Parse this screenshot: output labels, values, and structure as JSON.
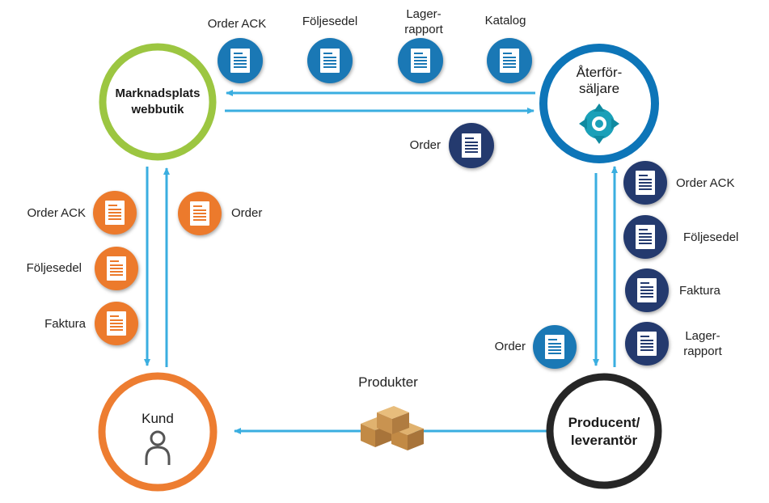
{
  "colors": {
    "arrow": "#3aaee0",
    "marketplace_ring": "#9cc641",
    "reseller_ring": "#0d75b8",
    "customer_ring": "#ed7d31",
    "producer_ring": "#262626",
    "doc_light_blue": "#1a78b5",
    "doc_dark_navy": "#243a6e",
    "doc_orange": "#ec7a2c"
  },
  "nodes": {
    "marketplace": {
      "line1": "Marknadsplats",
      "line2": "webbutik"
    },
    "reseller": {
      "line1": "Återför-",
      "line2": "säljare",
      "icon": "dynamics-365-business-central-icon"
    },
    "customer": {
      "label": "Kund",
      "icon": "person-icon"
    },
    "producer": {
      "line1": "Producent/",
      "line2": "leverantör"
    }
  },
  "top_docs": {
    "order_ack": "Order ACK",
    "foljesedel": "Följesedel",
    "lager_line1": "Lager-",
    "lager_line2": "rapport",
    "katalog": "Katalog"
  },
  "reseller_order_doc": "Order",
  "left_docs": {
    "order_ack": "Order ACK",
    "foljesedel": "Följesedel",
    "faktura": "Faktura",
    "order": "Order"
  },
  "right_docs": {
    "order_ack": "Order ACK",
    "foljesedel": "Följesedel",
    "faktura": "Faktura",
    "lager_line1": "Lager-",
    "lager_line2": "rapport",
    "order": "Order"
  },
  "products": {
    "label": "Produkter",
    "icon": "boxes-icon"
  }
}
